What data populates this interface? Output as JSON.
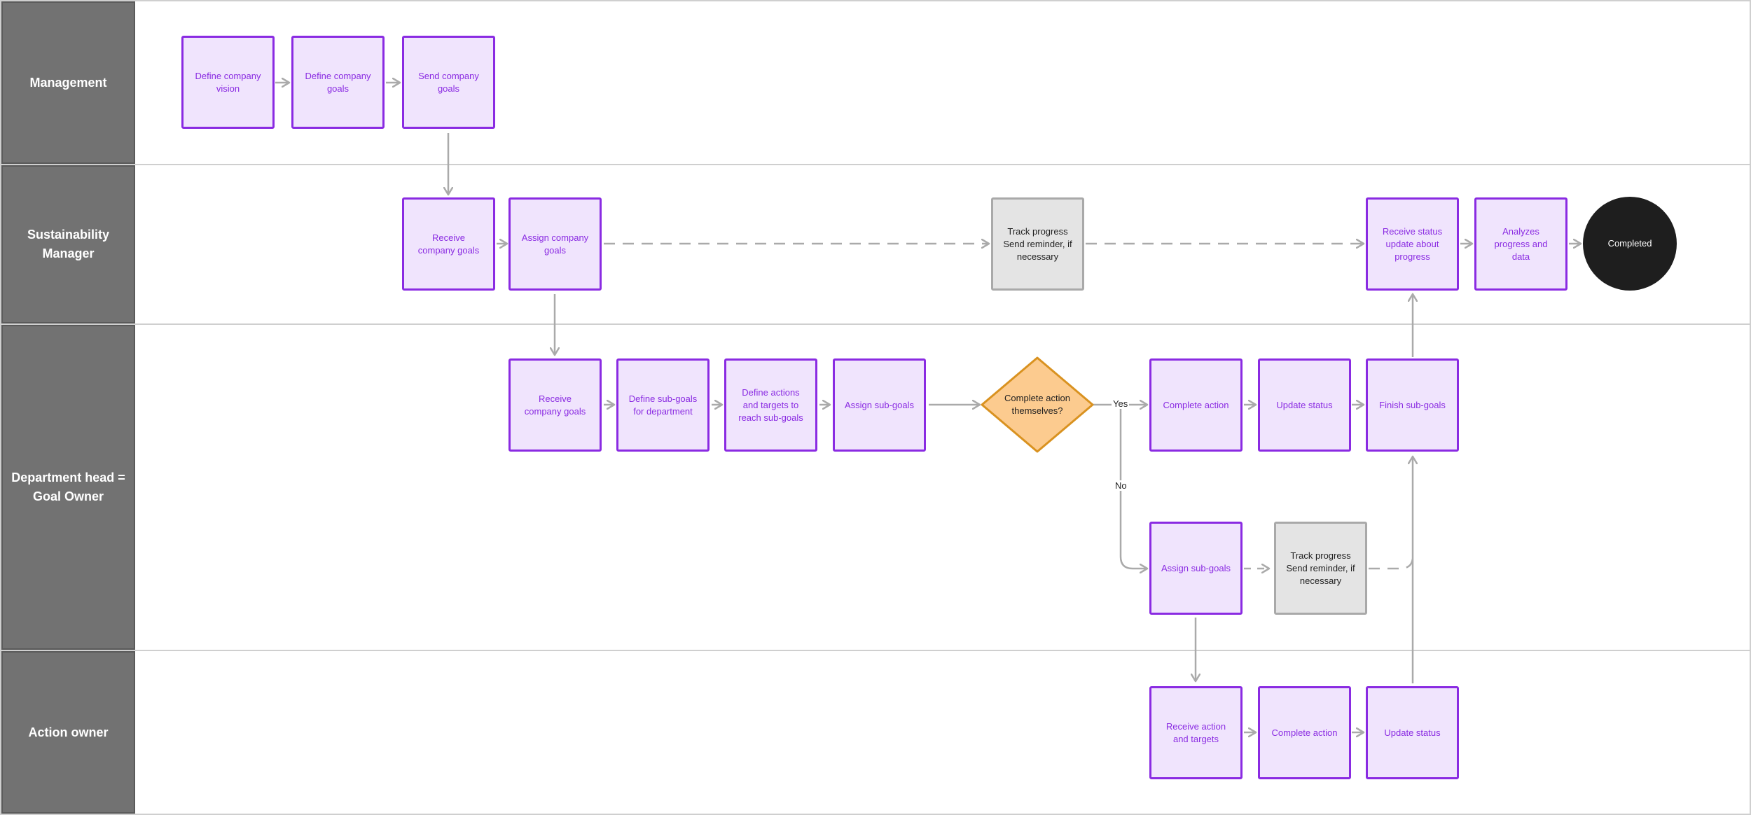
{
  "lanes": [
    {
      "label": "Management"
    },
    {
      "label": "Sustainability\nManager"
    },
    {
      "label": "Department head =\nGoal Owner"
    },
    {
      "label": "Action owner"
    }
  ],
  "nodes": {
    "define_vision": "Define company vision",
    "define_goals": "Define company goals",
    "send_goals": "Send company goals",
    "sm_receive_goals": "Receive company goals",
    "sm_assign_goals": "Assign company goals",
    "sm_track": "Track progress\nSend reminder, if necessary",
    "sm_receive_status": "Receive status update about progress",
    "sm_analyze": "Analyzes progress and data",
    "completed": "Completed",
    "dh_receive_goals": "Receive company goals",
    "dh_define_subgoals": "Define sub-goals for department",
    "dh_define_actions": "Define actions and targets to reach sub-goals",
    "dh_assign_subgoals": "Assign sub-goals",
    "dh_decision": "Complete action themselves?",
    "dh_complete_action": "Complete action",
    "dh_update_status": "Update status",
    "dh_finish_subgoals": "Finish sub-goals",
    "dh_assign_subgoals_2": "Assign sub-goals",
    "dh_track": "Track progress\nSend reminder, if necessary",
    "ao_receive_action": "Receive action and targets",
    "ao_complete_action": "Complete action",
    "ao_update_status": "Update status"
  },
  "edge_labels": {
    "yes": "Yes",
    "no": "No"
  },
  "colors": {
    "task_fill": "#f0e4fd",
    "task_border": "#8a2be2",
    "decision_fill": "#fccb8f",
    "decision_border": "#d99220",
    "gray_fill": "#e4e4e4",
    "end_fill": "#1e1e1e",
    "connector": "#aaaaaa",
    "lane_header": "#727272"
  }
}
